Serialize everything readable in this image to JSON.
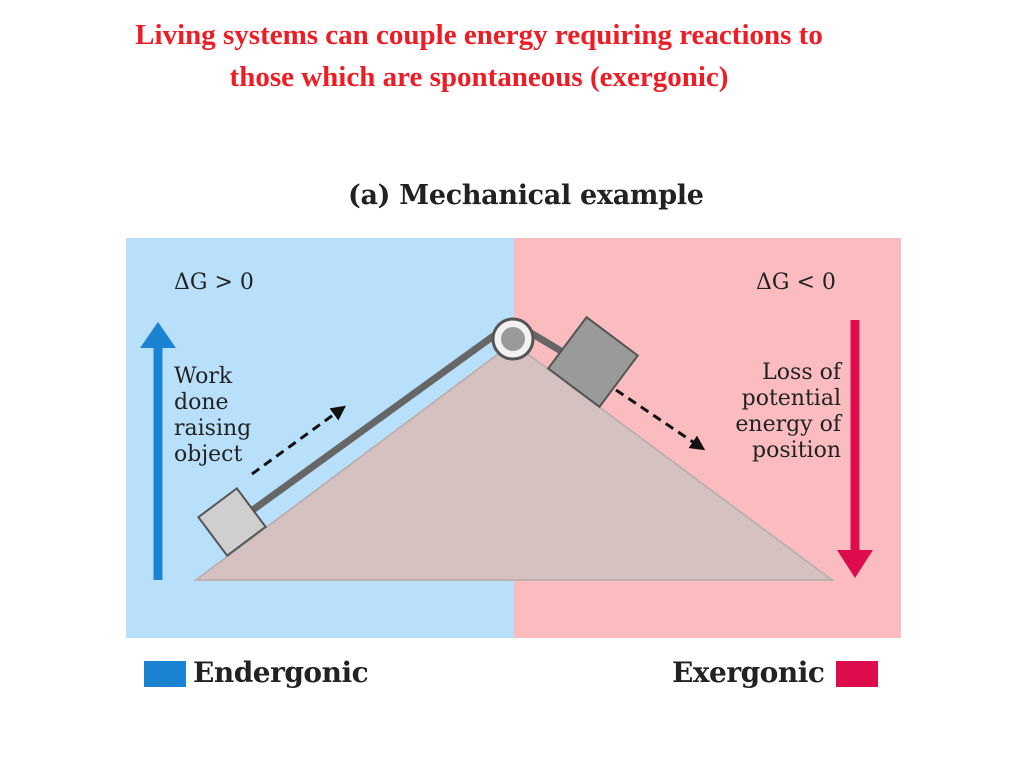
{
  "slide": {
    "title_line1": "Living systems can couple energy requiring reactions to",
    "title_line2": "those which are spontaneous (exergonic)"
  },
  "diagram": {
    "panel_title": "(a) Mechanical example",
    "delta_g_positive": "ΔG > 0",
    "delta_g_negative": "ΔG < 0",
    "work_label": [
      "Work",
      "done",
      "raising",
      "object"
    ],
    "loss_label": [
      "Loss of",
      "potential",
      "energy of",
      "position"
    ]
  },
  "legend": {
    "endergonic": "Endergonic",
    "exergonic": "Exergonic"
  },
  "colors": {
    "title_red": "#ee1c25",
    "endergonic_bg": "#b9e0fa",
    "exergonic_bg": "#fbbcc0",
    "endergonic_accent": "#1b84d2",
    "exergonic_accent": "#dd0c4c",
    "incline": "#d5c2c0",
    "rope": "#666666",
    "block_light": "#cfcfcf",
    "block_dark": "#9a9a9a"
  },
  "icons": {
    "up_arrow": "up-arrow-icon",
    "down_arrow": "down-arrow-icon",
    "pulley": "pulley-icon"
  }
}
